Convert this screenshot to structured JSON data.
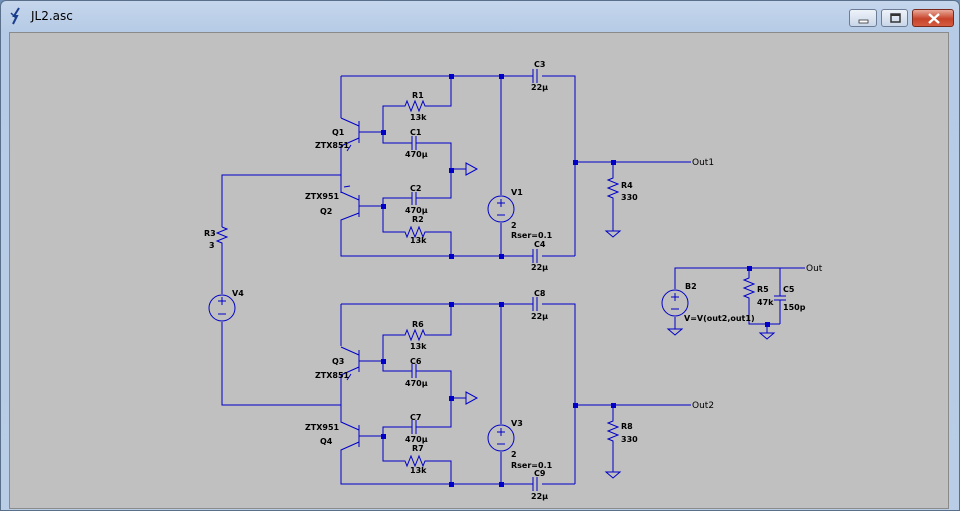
{
  "window": {
    "title": "JL2.asc"
  },
  "controls": {
    "minimize": "minimize-icon",
    "maximize": "maximize-icon",
    "close": "close-icon"
  },
  "colors": {
    "wire": "#0000c8",
    "component": "#0000c8",
    "background": "#c0c0c0",
    "text": "#000000"
  },
  "amp1": {
    "q1": {
      "name": "Q1",
      "model": "ZTX851"
    },
    "q2": {
      "name": "Q2",
      "model": "ZTX951"
    },
    "r1": {
      "name": "R1",
      "value": "13k"
    },
    "r2": {
      "name": "R2",
      "value": "13k"
    },
    "c1": {
      "name": "C1",
      "value": "470µ"
    },
    "c2": {
      "name": "C2",
      "value": "470µ"
    },
    "c3": {
      "name": "C3",
      "value": "22µ"
    },
    "c4": {
      "name": "C4",
      "value": "22µ"
    },
    "v1": {
      "name": "V1",
      "value": "2",
      "rser": "Rser=0.1"
    },
    "r4": {
      "name": "R4",
      "value": "330"
    },
    "out": "Out1"
  },
  "amp2": {
    "q3": {
      "name": "Q3",
      "model": "ZTX851"
    },
    "q4": {
      "name": "Q4",
      "model": "ZTX951"
    },
    "r6": {
      "name": "R6",
      "value": "13k"
    },
    "r7": {
      "name": "R7",
      "value": "13k"
    },
    "c6": {
      "name": "C6",
      "value": "470µ"
    },
    "c7": {
      "name": "C7",
      "value": "470µ"
    },
    "c8": {
      "name": "C8",
      "value": "22µ"
    },
    "c9": {
      "name": "C9",
      "value": "22µ"
    },
    "v3": {
      "name": "V3",
      "value": "2",
      "rser": "Rser=0.1"
    },
    "r8": {
      "name": "R8",
      "value": "330"
    },
    "out": "Out2"
  },
  "input": {
    "r3": {
      "name": "R3",
      "value": "3"
    },
    "v4": {
      "name": "V4"
    }
  },
  "diff": {
    "b2": {
      "name": "B2",
      "expr": "V=V(out2,out1)"
    },
    "r5": {
      "name": "R5",
      "value": "47k"
    },
    "c5": {
      "name": "C5",
      "value": "150p"
    },
    "out": "Out"
  }
}
